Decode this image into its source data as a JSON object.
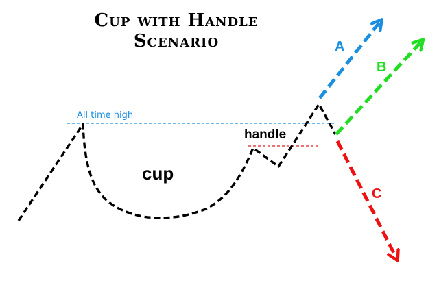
{
  "title": {
    "line1": "Cup with Handle",
    "line2": "Scenario"
  },
  "labels": {
    "all_time_high": "All time high",
    "handle": "handle",
    "cup": "cup"
  },
  "scenarios": [
    {
      "letter": "A",
      "color": "#1a8fe0"
    },
    {
      "letter": "B",
      "color": "#22dd22"
    },
    {
      "letter": "C",
      "color": "#ee1111"
    }
  ],
  "colors": {
    "price_path": "#000000",
    "all_time_high_line": "#1a8fe0",
    "handle_line": "#e02020"
  }
}
